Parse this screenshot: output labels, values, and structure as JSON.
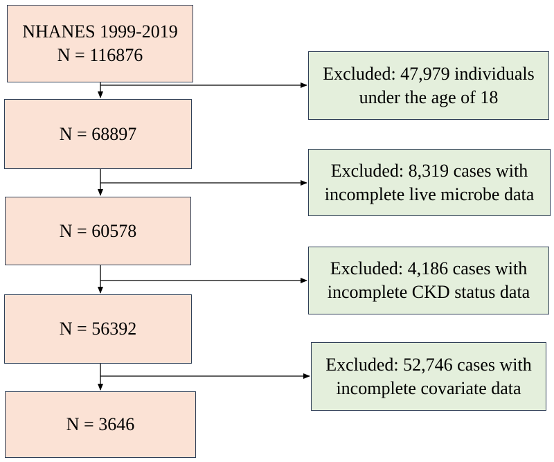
{
  "colors": {
    "count_box_fill": "#fbe2d5",
    "exclusion_box_fill": "#e4efdc",
    "border": "#2f3f57",
    "arrow": "#000000"
  },
  "steps": [
    {
      "lines": [
        "NHANES 1999-2019",
        "N = 116876"
      ]
    },
    {
      "lines": [
        "N = 68897"
      ]
    },
    {
      "lines": [
        "N = 60578"
      ]
    },
    {
      "lines": [
        "N = 56392"
      ]
    },
    {
      "lines": [
        "N = 3646"
      ]
    }
  ],
  "exclusions": [
    {
      "lines": [
        "Excluded: 47,979 individuals",
        "under the age of 18"
      ]
    },
    {
      "lines": [
        "Excluded: 8,319 cases with",
        "incomplete live microbe data"
      ]
    },
    {
      "lines": [
        "Excluded: 4,186 cases with",
        "incomplete CKD status data"
      ]
    },
    {
      "lines": [
        "Excluded: 52,746 cases with",
        "incomplete covariate data"
      ]
    }
  ]
}
